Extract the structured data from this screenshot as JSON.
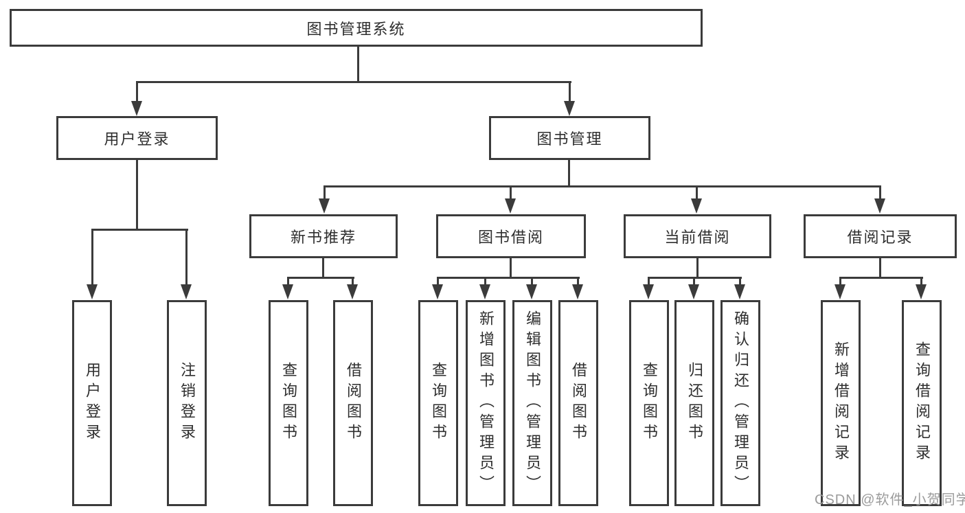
{
  "tree": {
    "label": "图书管理系统",
    "children": [
      {
        "label": "用户登录",
        "children": [
          {
            "label": "用户登录"
          },
          {
            "label": "注销登录"
          }
        ]
      },
      {
        "label": "图书管理",
        "children": [
          {
            "label": "新书推荐",
            "children": [
              {
                "label": "查询图书"
              },
              {
                "label": "借阅图书"
              }
            ]
          },
          {
            "label": "图书借阅",
            "children": [
              {
                "label": "查询图书"
              },
              {
                "label": "新增图书（管理员）"
              },
              {
                "label": "编辑图书（管理员）"
              },
              {
                "label": "借阅图书"
              }
            ]
          },
          {
            "label": "当前借阅",
            "children": [
              {
                "label": "查询图书"
              },
              {
                "label": "归还图书"
              },
              {
                "label": "确认归还（管理员）"
              }
            ]
          },
          {
            "label": "借阅记录",
            "children": [
              {
                "label": "新增借阅记录"
              },
              {
                "label": "查询借阅记录"
              }
            ]
          }
        ]
      }
    ]
  },
  "watermark": {
    "text": "CSDN @软件_小贺同学"
  },
  "colors": {
    "line": "#3b3b3b",
    "text": "#2e2e2e",
    "watermark": "#9b9b9b",
    "bg": "#ffffff"
  }
}
